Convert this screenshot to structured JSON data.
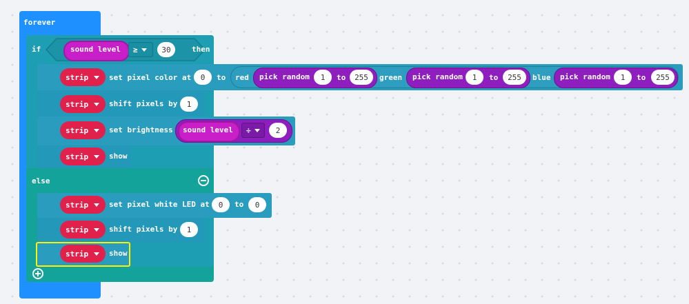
{
  "forever": {
    "label": "forever"
  },
  "if_block": {
    "if_label": "if",
    "then_label": "then",
    "condition": {
      "reporter": "sound level",
      "operator": "≥",
      "value": "30"
    }
  },
  "if_body": [
    {
      "id": "s1",
      "target": "strip",
      "text": "set pixel color at",
      "index": "0",
      "to": "to",
      "red_label": "red",
      "green_label": "green",
      "blue_label": "blue",
      "random": {
        "label": "pick random",
        "from": "1",
        "to_label": "to",
        "to": "255"
      }
    },
    {
      "id": "s2",
      "target": "strip",
      "text": "shift pixels by",
      "value": "1"
    },
    {
      "id": "s3",
      "target": "strip",
      "text": "set brightness",
      "reporter": "sound level",
      "operator": "÷",
      "value": "2"
    },
    {
      "id": "s4",
      "target": "strip",
      "text": "show"
    }
  ],
  "else_label": "else",
  "else_body": [
    {
      "id": "e1",
      "target": "strip",
      "text": "set pixel white LED at",
      "index": "0",
      "to": "to",
      "value": "0"
    },
    {
      "id": "e2",
      "target": "strip",
      "text": "shift pixels by",
      "value": "1"
    },
    {
      "id": "e3",
      "target": "strip",
      "text": "show"
    }
  ],
  "colors": {
    "forever": "#1e90ff",
    "if": "#1e9eb2",
    "neopixel_block": "#2b9cbd",
    "strip": "#e0214c",
    "math": "#8e1fbe",
    "sensor": "#c81fc9",
    "selected_outline": "#fff200",
    "else_bar": "#0fa295"
  },
  "icons": [
    "minus-circle-icon",
    "plus-circle-icon",
    "caret-down-icon"
  ]
}
